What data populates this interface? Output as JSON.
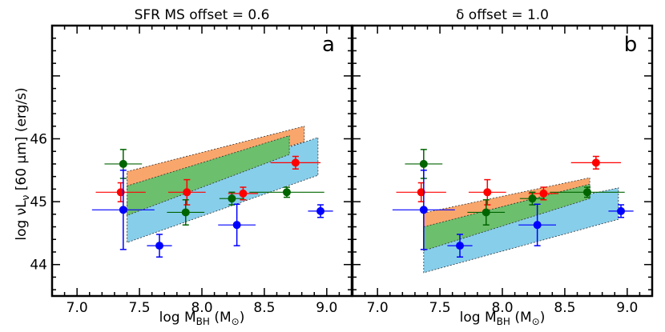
{
  "colors": {
    "red": "#ff0000",
    "green": "#006400",
    "blue": "#0000ff",
    "orange_band": "#f9a66c",
    "green_band": "#6cbf6c",
    "blue_band": "#87ceeb"
  },
  "chart_data": [
    {
      "type": "scatter",
      "panel_letter": "a",
      "title": "SFR MS offset = 0.6",
      "xlabel": "log M_BH (M_⊙)",
      "ylabel": "log νL_ν [60 μm] (erg/s)",
      "xlim": [
        6.8,
        9.2
      ],
      "ylim": [
        43.5,
        47.8
      ],
      "xticks": [
        "7.0",
        "7.5",
        "8.0",
        "8.5",
        "9.0"
      ],
      "yticks": [
        "44",
        "45",
        "46"
      ],
      "series": [
        {
          "color": "red",
          "points": [
            {
              "x": 7.35,
              "y": 45.15,
              "xerr": 0.2,
              "yerr": 0.15
            },
            {
              "x": 7.88,
              "y": 45.15,
              "xerr": 0.15,
              "yerr": 0.2
            },
            {
              "x": 8.33,
              "y": 45.13,
              "xerr": 0.12,
              "yerr": 0.1
            },
            {
              "x": 8.75,
              "y": 45.62,
              "xerr": 0.2,
              "yerr": 0.1
            }
          ]
        },
        {
          "color": "green",
          "points": [
            {
              "x": 7.37,
              "y": 45.6,
              "xerr": 0.15,
              "yerr": 0.23
            },
            {
              "x": 7.87,
              "y": 44.83,
              "xerr": 0.15,
              "yerr": 0.2
            },
            {
              "x": 8.24,
              "y": 45.05,
              "xerr": 0.1,
              "yerr": 0.1
            },
            {
              "x": 8.68,
              "y": 45.15,
              "xerr": 0.3,
              "yerr": 0.08
            }
          ]
        },
        {
          "color": "blue",
          "points": [
            {
              "x": 7.37,
              "y": 44.87,
              "xerr": 0.25,
              "yerr": 0.63
            },
            {
              "x": 7.66,
              "y": 44.3,
              "xerr": 0.1,
              "yerr": 0.18
            },
            {
              "x": 8.28,
              "y": 44.63,
              "xerr": 0.15,
              "yerr": 0.33
            },
            {
              "x": 8.95,
              "y": 44.85,
              "xerr": 0.1,
              "yerr": 0.1
            }
          ]
        }
      ],
      "bands": [
        {
          "color": "blue_band",
          "x": [
            7.4,
            8.93
          ],
          "upper": [
            45.0,
            46.02
          ],
          "lower": [
            44.35,
            45.42
          ]
        },
        {
          "color": "orange_band",
          "x": [
            7.4,
            8.82
          ],
          "upper": [
            45.48,
            46.2
          ],
          "lower": [
            45.15,
            45.95
          ]
        },
        {
          "color": "green_band",
          "x": [
            7.4,
            8.7
          ],
          "upper": [
            45.25,
            46.05
          ],
          "lower": [
            44.78,
            45.75
          ]
        }
      ]
    },
    {
      "type": "scatter",
      "panel_letter": "b",
      "title": "δ offset = 1.0",
      "xlabel": "log M_BH (M_⊙)",
      "ylabel": "",
      "xlim": [
        6.8,
        9.2
      ],
      "ylim": [
        43.5,
        47.8
      ],
      "xticks": [
        "7.0",
        "7.5",
        "8.0",
        "8.5",
        "9.0"
      ],
      "yticks": [
        "44",
        "45",
        "46"
      ],
      "series": [
        {
          "color": "red",
          "points": [
            {
              "x": 7.35,
              "y": 45.15,
              "xerr": 0.2,
              "yerr": 0.15
            },
            {
              "x": 7.88,
              "y": 45.15,
              "xerr": 0.15,
              "yerr": 0.2
            },
            {
              "x": 8.33,
              "y": 45.13,
              "xerr": 0.12,
              "yerr": 0.1
            },
            {
              "x": 8.75,
              "y": 45.62,
              "xerr": 0.2,
              "yerr": 0.1
            }
          ]
        },
        {
          "color": "green",
          "points": [
            {
              "x": 7.37,
              "y": 45.6,
              "xerr": 0.15,
              "yerr": 0.23
            },
            {
              "x": 7.87,
              "y": 44.83,
              "xerr": 0.15,
              "yerr": 0.2
            },
            {
              "x": 8.24,
              "y": 45.05,
              "xerr": 0.1,
              "yerr": 0.1
            },
            {
              "x": 8.68,
              "y": 45.15,
              "xerr": 0.3,
              "yerr": 0.08
            }
          ]
        },
        {
          "color": "blue",
          "points": [
            {
              "x": 7.37,
              "y": 44.87,
              "xerr": 0.25,
              "yerr": 0.63
            },
            {
              "x": 7.66,
              "y": 44.3,
              "xerr": 0.1,
              "yerr": 0.18
            },
            {
              "x": 8.28,
              "y": 44.63,
              "xerr": 0.15,
              "yerr": 0.33
            },
            {
              "x": 8.95,
              "y": 44.85,
              "xerr": 0.1,
              "yerr": 0.1
            }
          ]
        }
      ],
      "bands": [
        {
          "color": "blue_band",
          "x": [
            7.37,
            8.93
          ],
          "upper": [
            44.55,
            45.22
          ],
          "lower": [
            43.87,
            44.72
          ]
        },
        {
          "color": "orange_band",
          "x": [
            7.37,
            8.7
          ],
          "upper": [
            44.82,
            45.38
          ],
          "lower": [
            44.48,
            45.2
          ]
        },
        {
          "color": "green_band",
          "x": [
            7.37,
            8.7
          ],
          "upper": [
            44.6,
            45.28
          ],
          "lower": [
            44.22,
            45.05
          ]
        }
      ]
    }
  ]
}
